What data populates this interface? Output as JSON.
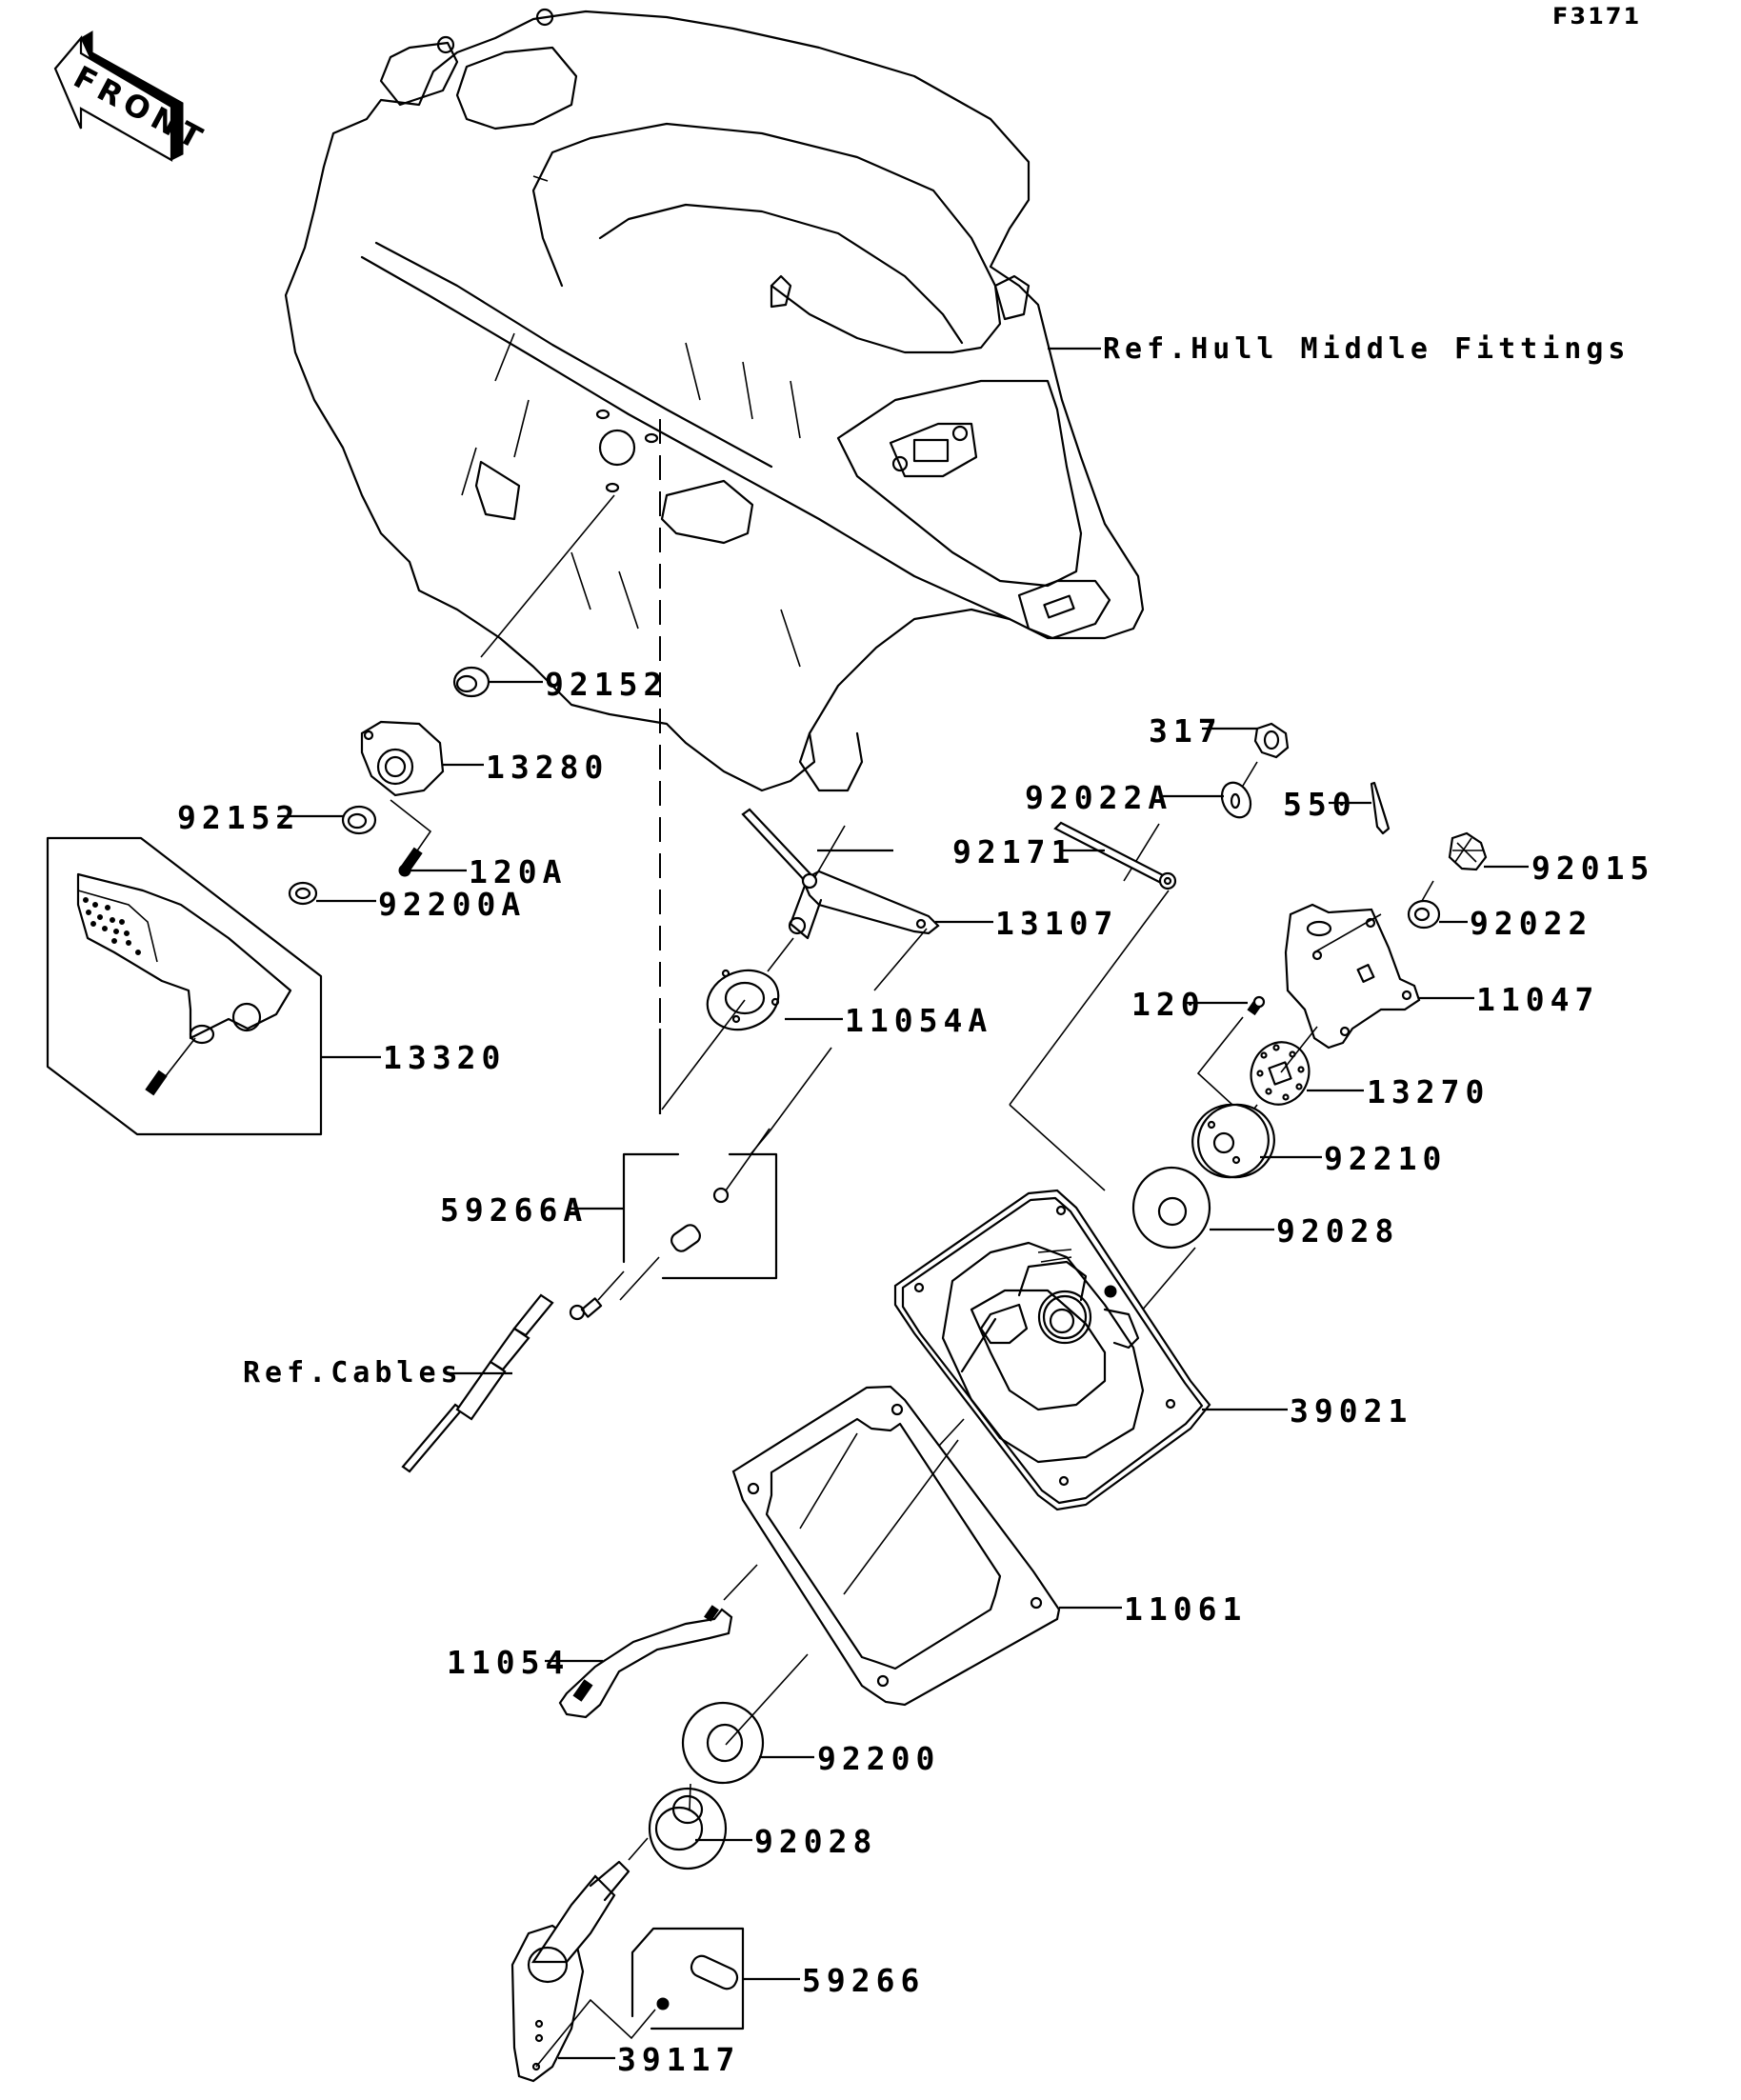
{
  "diagram": {
    "figure_code": "F3171",
    "direction_indicator": "FRONT",
    "references": {
      "hull": "Ref.Hull Middle Fittings",
      "cables": "Ref.Cables"
    },
    "parts": [
      {
        "id": "p-92152-top",
        "number": "92152"
      },
      {
        "id": "p-13280",
        "number": "13280"
      },
      {
        "id": "p-92152-left",
        "number": "92152"
      },
      {
        "id": "p-120A",
        "number": "120A"
      },
      {
        "id": "p-92200A",
        "number": "92200A"
      },
      {
        "id": "p-13320",
        "number": "13320"
      },
      {
        "id": "p-317",
        "number": "317"
      },
      {
        "id": "p-92022A",
        "number": "92022A"
      },
      {
        "id": "p-92171",
        "number": "92171"
      },
      {
        "id": "p-13107",
        "number": "13107"
      },
      {
        "id": "p-11054A",
        "number": "11054A"
      },
      {
        "id": "p-550",
        "number": "550"
      },
      {
        "id": "p-92015",
        "number": "92015"
      },
      {
        "id": "p-92022",
        "number": "92022"
      },
      {
        "id": "p-11047",
        "number": "11047"
      },
      {
        "id": "p-120",
        "number": "120"
      },
      {
        "id": "p-13270",
        "number": "13270"
      },
      {
        "id": "p-92210",
        "number": "92210"
      },
      {
        "id": "p-92028-upper",
        "number": "92028"
      },
      {
        "id": "p-59266A",
        "number": "59266A"
      },
      {
        "id": "p-39021",
        "number": "39021"
      },
      {
        "id": "p-11061",
        "number": "11061"
      },
      {
        "id": "p-11054",
        "number": "11054"
      },
      {
        "id": "p-92200",
        "number": "92200"
      },
      {
        "id": "p-92028-lower",
        "number": "92028"
      },
      {
        "id": "p-59266",
        "number": "59266"
      },
      {
        "id": "p-39117",
        "number": "39117"
      }
    ]
  }
}
